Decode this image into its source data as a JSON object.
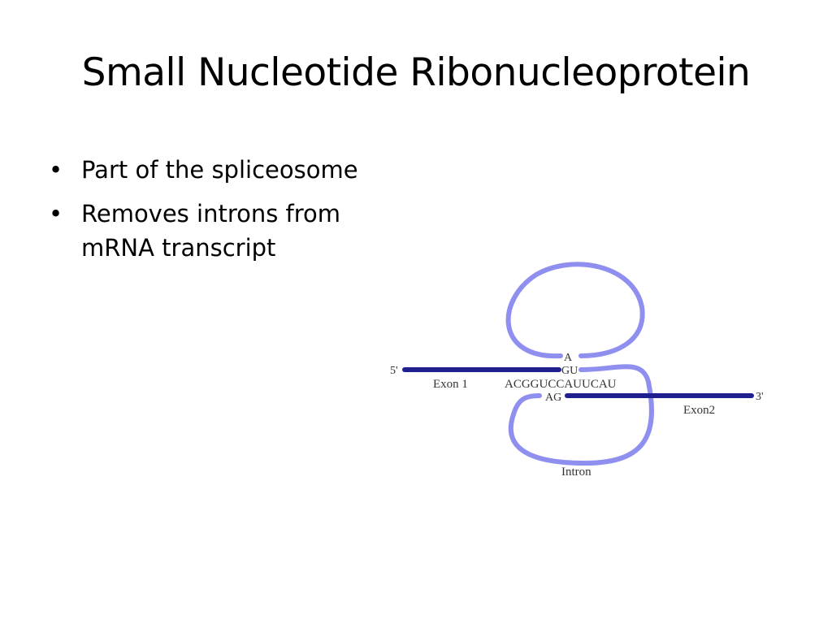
{
  "slide": {
    "title": "Small Nucleotide Ribonucleoprotein",
    "bullets": [
      "Part of the spliceosome",
      "Removes introns from mRNA transcript"
    ]
  },
  "diagram": {
    "labels": {
      "five_prime": "5'",
      "three_prime": "3'",
      "exon1": "Exon 1",
      "exon2": "Exon2",
      "intron": "Intron",
      "branch_a": "A",
      "gu": "GU",
      "sequence": "ACGGUCCAUUCAU",
      "ag": "AG"
    },
    "colors": {
      "exon": "#1f1f8f",
      "intron": "#8f8fef",
      "text": "#333333"
    }
  }
}
